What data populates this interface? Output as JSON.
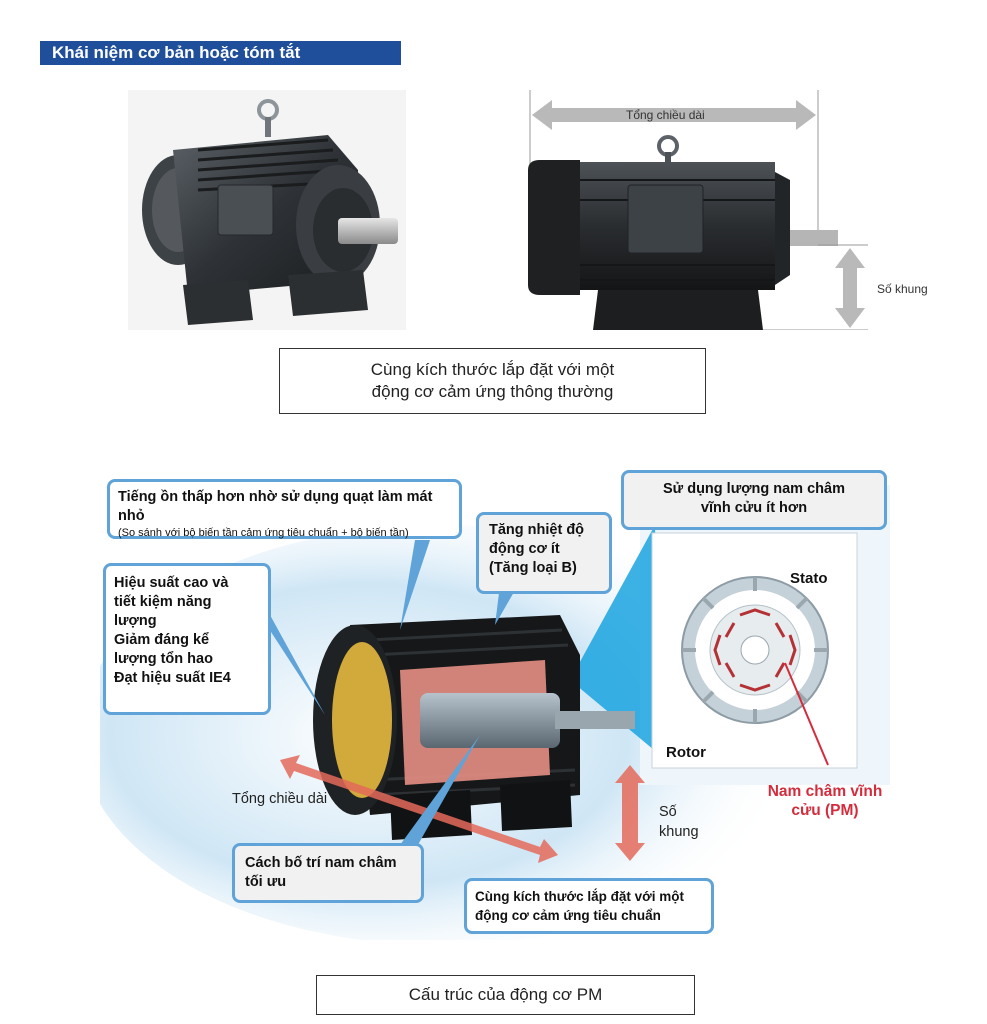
{
  "header": {
    "title": "Khái niệm cơ bản hoặc tóm tắt"
  },
  "top": {
    "total_length_label": "Tổng chiều dài",
    "frame_number_label": "Số khung",
    "caption_line1": "Cùng kích thước lắp đặt với một",
    "caption_line2": "động cơ cảm ứng thông thường"
  },
  "diagram": {
    "callout_noise_title": "Tiếng ồn thấp hơn nhờ sử dụng quạt làm mát nhỏ",
    "callout_noise_sub": "(So sánh với bộ biến tần cảm ứng tiêu chuẩn + bộ biến tần)",
    "callout_temp": [
      "Tăng nhiệt độ",
      "động cơ ít",
      "(Tăng loại B)"
    ],
    "callout_magnet_use": [
      "Sử dụng lượng nam châm",
      "vĩnh cửu ít hơn"
    ],
    "callout_efficiency": [
      "Hiệu suất cao và",
      "tiết kiệm năng",
      "lượng",
      "Giảm đáng kể",
      "lượng tổn hao",
      "Đạt hiệu suất IE4"
    ],
    "callout_magnet_layout": [
      "Cách bố trí nam châm",
      "tối ưu"
    ],
    "callout_same_size": [
      "Cùng kích thước lắp đặt với một",
      "động cơ cảm ứng tiêu chuẩn"
    ],
    "stator_label": "Stato",
    "rotor_label": "Rotor",
    "pm_label": [
      "Nam châm vĩnh",
      "cửu (PM)"
    ],
    "total_length_label": "Tổng chiều dài",
    "frame_label": [
      "Số",
      "khung"
    ]
  },
  "bottom": {
    "caption": "Cấu trúc của động cơ PM"
  },
  "colors": {
    "header_bg": "#1f4f9a",
    "callout_border": "#5fa3d8",
    "pm_red": "#d42c3c",
    "arrow_red": "#e46a5a"
  }
}
